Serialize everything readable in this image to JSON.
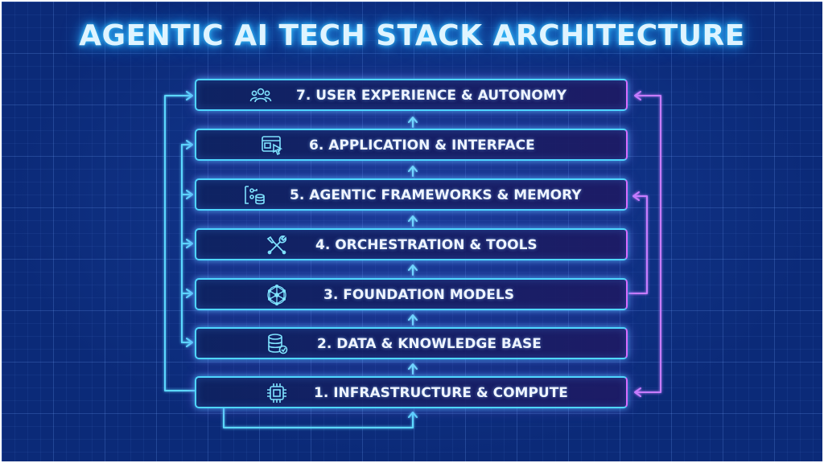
{
  "title": "AGENTIC AI TECH STACK ARCHITECTURE",
  "layers": [
    {
      "label": "7. USER EXPERIENCE & AUTONOMY",
      "icon": "users-icon"
    },
    {
      "label": "6. APPLICATION & INTERFACE",
      "icon": "browser-cursor-icon"
    },
    {
      "label": "5. AGENTIC FRAMEWORKS & MEMORY",
      "icon": "framework-database-icon"
    },
    {
      "label": "4. ORCHESTRATION & TOOLS",
      "icon": "tools-icon"
    },
    {
      "label": "3. FOUNDATION MODELS",
      "icon": "neural-network-icon"
    },
    {
      "label": "2. DATA & KNOWLEDGE BASE",
      "icon": "database-icon"
    },
    {
      "label": "1. INFRASTRUCTURE & COMPUTE",
      "icon": "chip-icon"
    }
  ],
  "colors": {
    "background": "#0b2a78",
    "grid": "#78aaff",
    "cyan_glow": "#4fd6ff",
    "purple_glow": "#d86cff",
    "text": "#eef4ff"
  }
}
